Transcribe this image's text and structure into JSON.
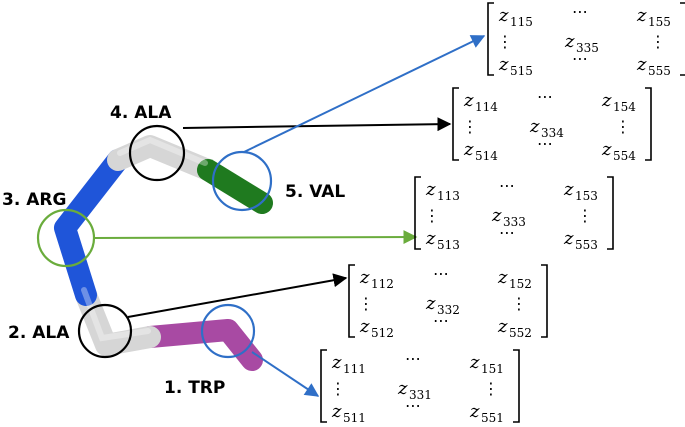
{
  "residues": [
    {
      "id": "trp",
      "label": "1. TRP",
      "color": "#a84aa3",
      "circle_color": "#2f6fc7",
      "arrow_color": "#2f6fc7"
    },
    {
      "id": "ala2",
      "label": "2. ALA",
      "color": "#d6d6d6",
      "circle_color": "#000000",
      "arrow_color": "#000000"
    },
    {
      "id": "arg",
      "label": "3. ARG",
      "color": "#1f55d9",
      "circle_color": "#6aac3c",
      "arrow_color": "#6aac3c"
    },
    {
      "id": "ala4",
      "label": "4. ALA",
      "color": "#d6d6d6",
      "circle_color": "#000000",
      "arrow_color": "#000000"
    },
    {
      "id": "val",
      "label": "5. VAL",
      "color": "#1f7a1f",
      "circle_color": "#2f6fc7",
      "arrow_color": "#2f6fc7"
    }
  ],
  "matrices": [
    {
      "id": "m1",
      "tl": "111",
      "tr": "151",
      "center": "331",
      "bl": "511",
      "br": "551"
    },
    {
      "id": "m2",
      "tl": "112",
      "tr": "152",
      "center": "332",
      "bl": "512",
      "br": "552"
    },
    {
      "id": "m3",
      "tl": "113",
      "tr": "153",
      "center": "333",
      "bl": "513",
      "br": "553"
    },
    {
      "id": "m4",
      "tl": "114",
      "tr": "154",
      "center": "334",
      "bl": "514",
      "br": "554"
    },
    {
      "id": "m5",
      "tl": "115",
      "tr": "155",
      "center": "335",
      "bl": "515",
      "br": "555"
    }
  ],
  "symbols": {
    "var": "z",
    "hdots": "⋯",
    "vdots": "⋮"
  }
}
